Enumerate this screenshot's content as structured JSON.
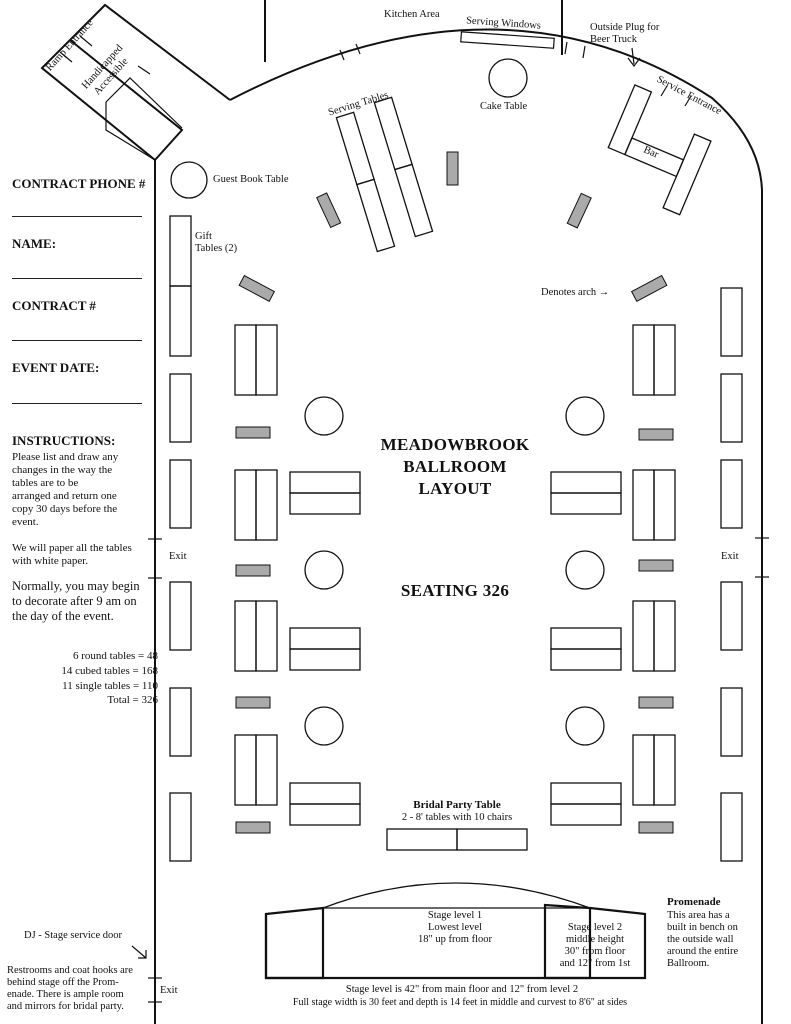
{
  "venue": {
    "title_line1": "MEADOWBROOK",
    "title_line2": "BALLROOM",
    "title_line3": "LAYOUT",
    "seating": "SEATING 326"
  },
  "form": {
    "contract_phone_label": "CONTRACT PHONE #",
    "name_label": "NAME:",
    "contract_number_label": "CONTRACT #",
    "event_date_label": "EVENT DATE:"
  },
  "instructions": {
    "heading": "INSTRUCTIONS:",
    "lines": [
      "Please list and draw any",
      "changes in the way the",
      "tables are to be",
      "arranged and return one",
      "copy 30 days before the",
      "event."
    ],
    "paper_lines": [
      "We will paper all the tables",
      "with white paper."
    ],
    "decorate_lines": [
      "Normally, you may begin",
      "to decorate after 9 am on",
      "the day of the event."
    ]
  },
  "totals": {
    "round": "6 round tables = 48",
    "cubed": "14 cubed tables = 168",
    "single": "11 single tables = 110",
    "total": "Total = 326"
  },
  "labels": {
    "kitchen": "Kitchen Area",
    "serving_windows": "Serving Windows",
    "outside_plug_line1": "Outside Plug for",
    "outside_plug_line2": "Beer Truck",
    "service_entrance": "Service Entrance",
    "ramp_entrance": "Ramp Entrance",
    "handicapped_line1": "Handicapped",
    "handicapped_line2": "Accessible",
    "serving_tables": "Serving Tables",
    "cake_table": "Cake Table",
    "bar": "Bar",
    "guest_book": "Guest Book Table",
    "gift_line1": "Gift",
    "gift_line2": "Tables (2)",
    "denotes_arch": "Denotes arch →",
    "exit_left": "Exit",
    "exit_right": "Exit",
    "exit_bottom": "Exit",
    "bridal_title": "Bridal Party Table",
    "bridal_sub": "2 - 8' tables with 10 chairs",
    "dj": "DJ - Stage service door",
    "restrooms_lines": [
      "Restrooms and coat hooks are",
      "behind stage off the Prom-",
      "enade. There is ample room",
      "and mirrors for bridal party."
    ],
    "stage1_lines": [
      "Stage level 1",
      "Lowest level",
      "18\" up from floor"
    ],
    "stage2_lines": [
      "Stage level 2",
      "middle height",
      "30\" from floor",
      "and 12\" from 1st"
    ],
    "stage_note1": "Stage level is 42\" from main floor and 12\" from level 2",
    "stage_note2": "Full stage width is 30 feet and depth is 14 feet in middle and curvest to 8'6\" at sides",
    "promenade_title": "Promenade",
    "promenade_lines": [
      "This area has a",
      "built in bench on",
      "the outside wall",
      "around the entire",
      "Ballroom."
    ]
  },
  "colors": {
    "arch_fill": "#aaaaaa",
    "line": "#111111"
  }
}
